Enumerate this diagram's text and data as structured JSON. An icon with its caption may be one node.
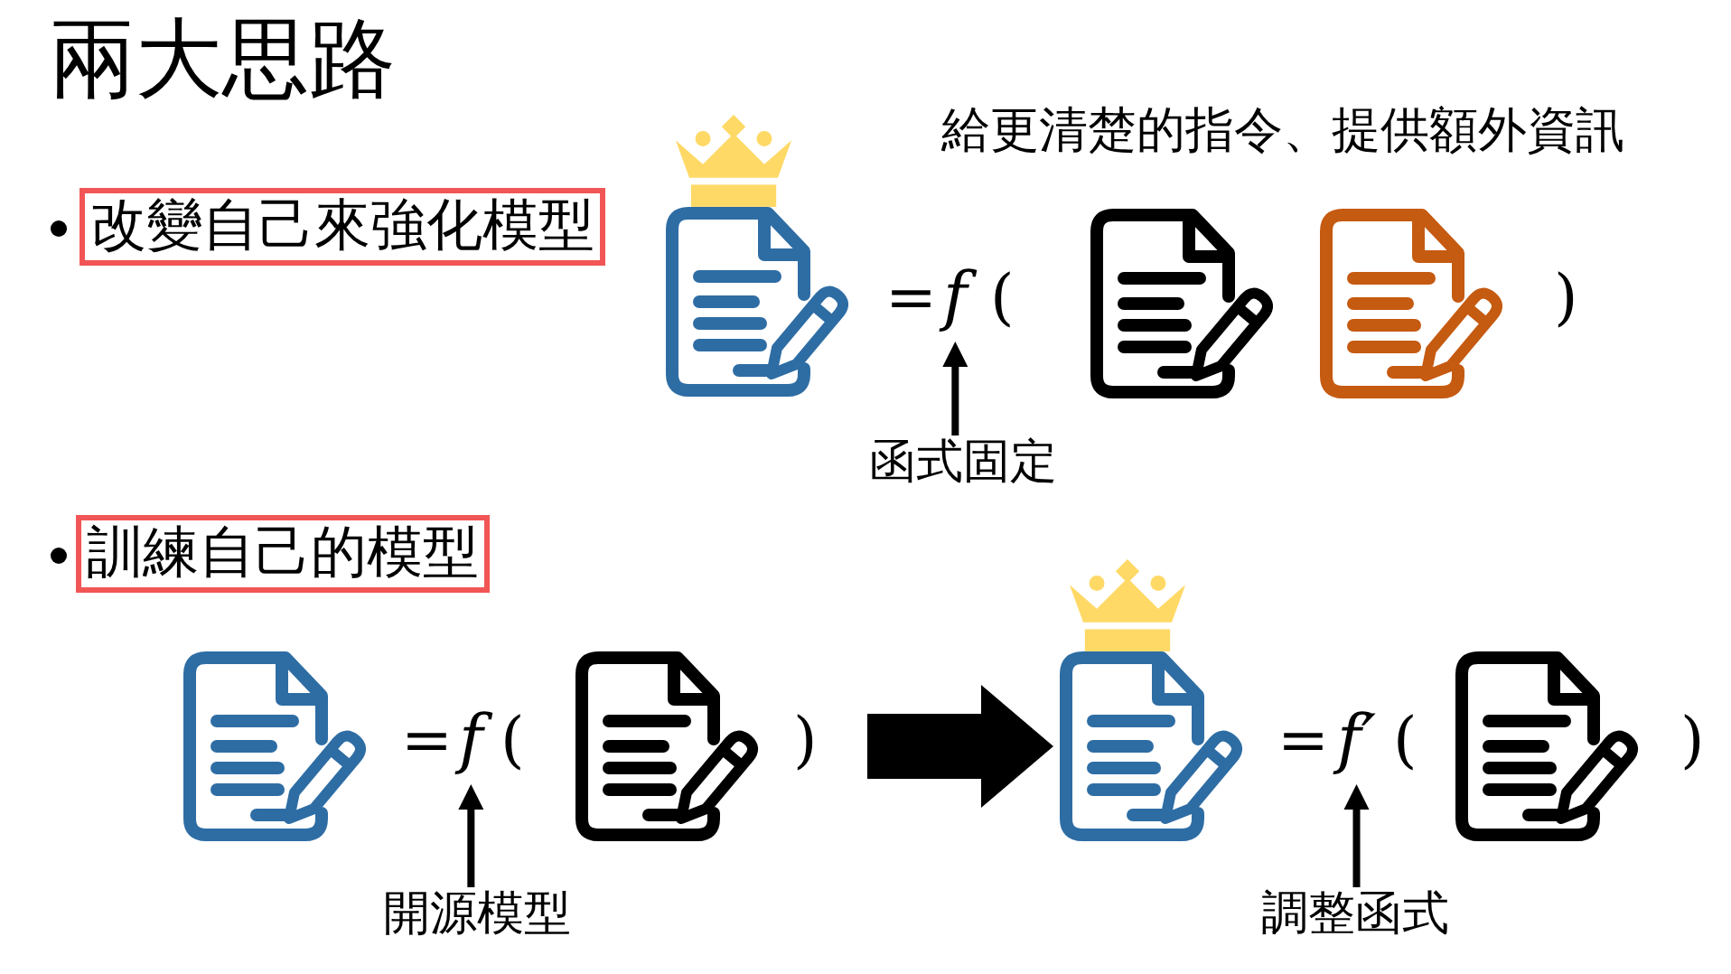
{
  "diagram": {
    "title": "兩大思路",
    "nodes": [
      {
        "text": [
          "改變自己來強化模型"
        ]
      },
      {
        "text": [],
        "shape": "picture"
      },
      {
        "text": [
          "f"
        ]
      },
      {
        "text": [],
        "shape": "picture"
      },
      {
        "text": [],
        "shape": "picture"
      },
      {
        "text": [
          "函式固定"
        ]
      },
      {
        "text": [
          "訓練自己的模型"
        ]
      },
      {
        "text": [],
        "shape": "picture"
      },
      {
        "text": [
          "f"
        ]
      },
      {
        "text": [],
        "shape": "picture"
      },
      {
        "text": [
          "開源模型"
        ]
      },
      {
        "text": [],
        "shape": "picture"
      },
      {
        "text": [
          "f′"
        ]
      },
      {
        "text": [],
        "shape": "picture"
      },
      {
        "text": [
          "調整函式"
        ]
      }
    ],
    "edges": [
      {
        "from": 5,
        "to": 2,
        "arrow": "to"
      },
      {
        "from": 10,
        "to": 8,
        "arrow": "to"
      },
      {
        "from": null,
        "to": 11,
        "arrow": "to",
        "style": "thick"
      },
      {
        "from": 14,
        "to": 12,
        "arrow": "to"
      }
    ],
    "labels": [
      "給更清楚的指令、提供額外資訊",
      "=",
      "(",
      ")",
      "=",
      "(",
      ")",
      "=",
      "(",
      ")"
    ]
  }
}
